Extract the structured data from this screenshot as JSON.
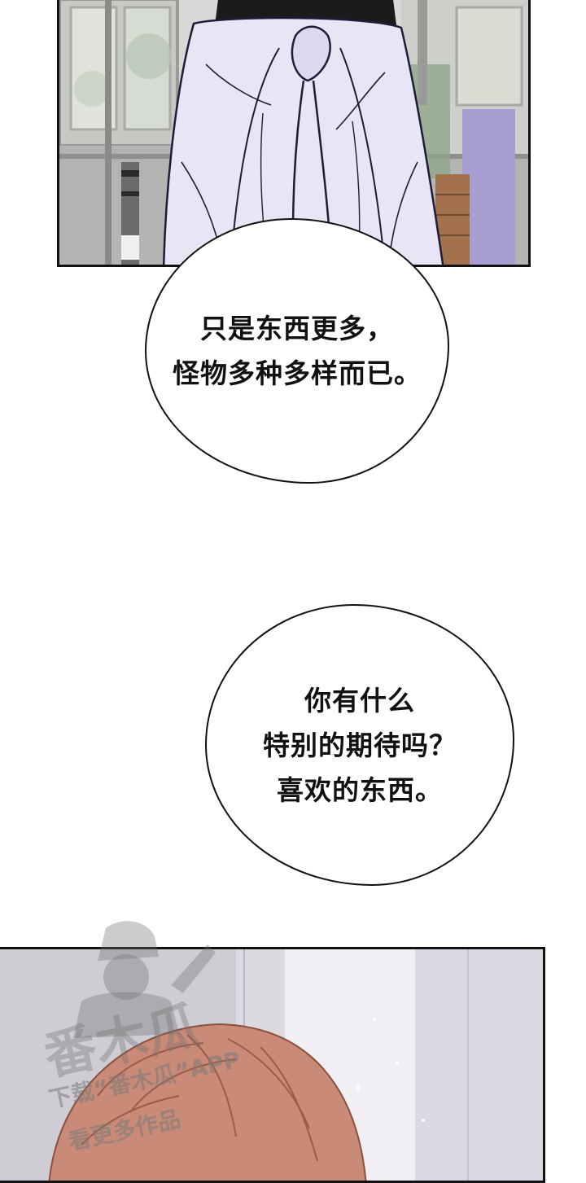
{
  "bubbles": [
    {
      "lines": [
        "只是东西更多，",
        "怪物多种多样而已。"
      ]
    },
    {
      "lines": [
        "你有什么",
        "特别的期待吗？",
        "喜欢的东西。"
      ]
    }
  ],
  "watermark": {
    "app_line": "下载“番木瓜”APP",
    "sub_line": "看更多作品"
  },
  "colors": {
    "ink": "#111111",
    "skirt": "#e8e6f4",
    "hair": "#c98a78",
    "background": "#ffffff"
  }
}
